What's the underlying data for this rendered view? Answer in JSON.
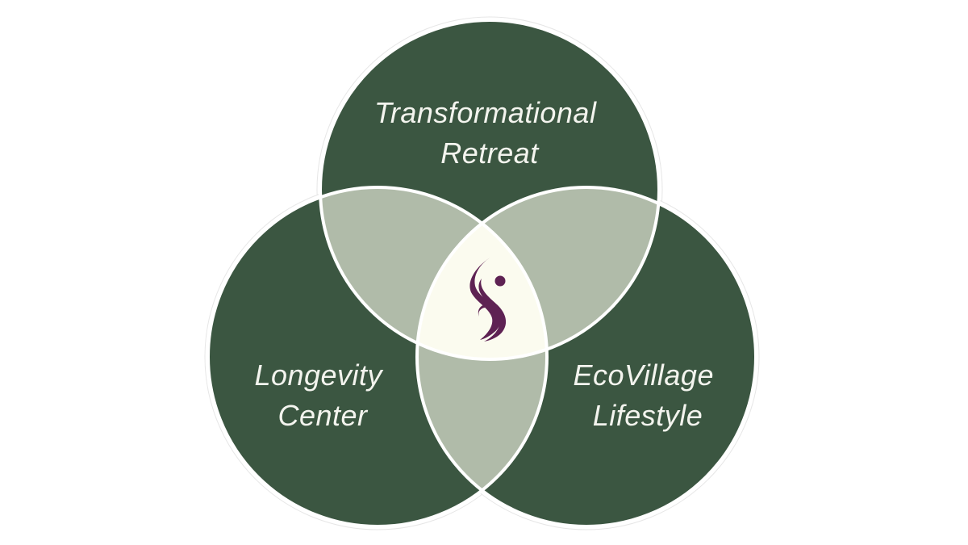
{
  "diagram": {
    "circles": [
      {
        "id": "top",
        "label_lines": [
          "Transformational",
          "Retreat"
        ]
      },
      {
        "id": "left",
        "label_lines": [
          "Longevity",
          "Center"
        ]
      },
      {
        "id": "right",
        "label_lines": [
          "EcoVillage",
          "Lifestyle"
        ]
      }
    ],
    "center_logo": "purple-s-figure-logo"
  },
  "colors": {
    "circle_fill": "#3b5641",
    "circle_outline": "#ffffff",
    "overlap_pair": "#b0bba9",
    "overlap_center": "#fbfbef",
    "logo": "#5e2253",
    "label_text": "#f3f4ee"
  }
}
